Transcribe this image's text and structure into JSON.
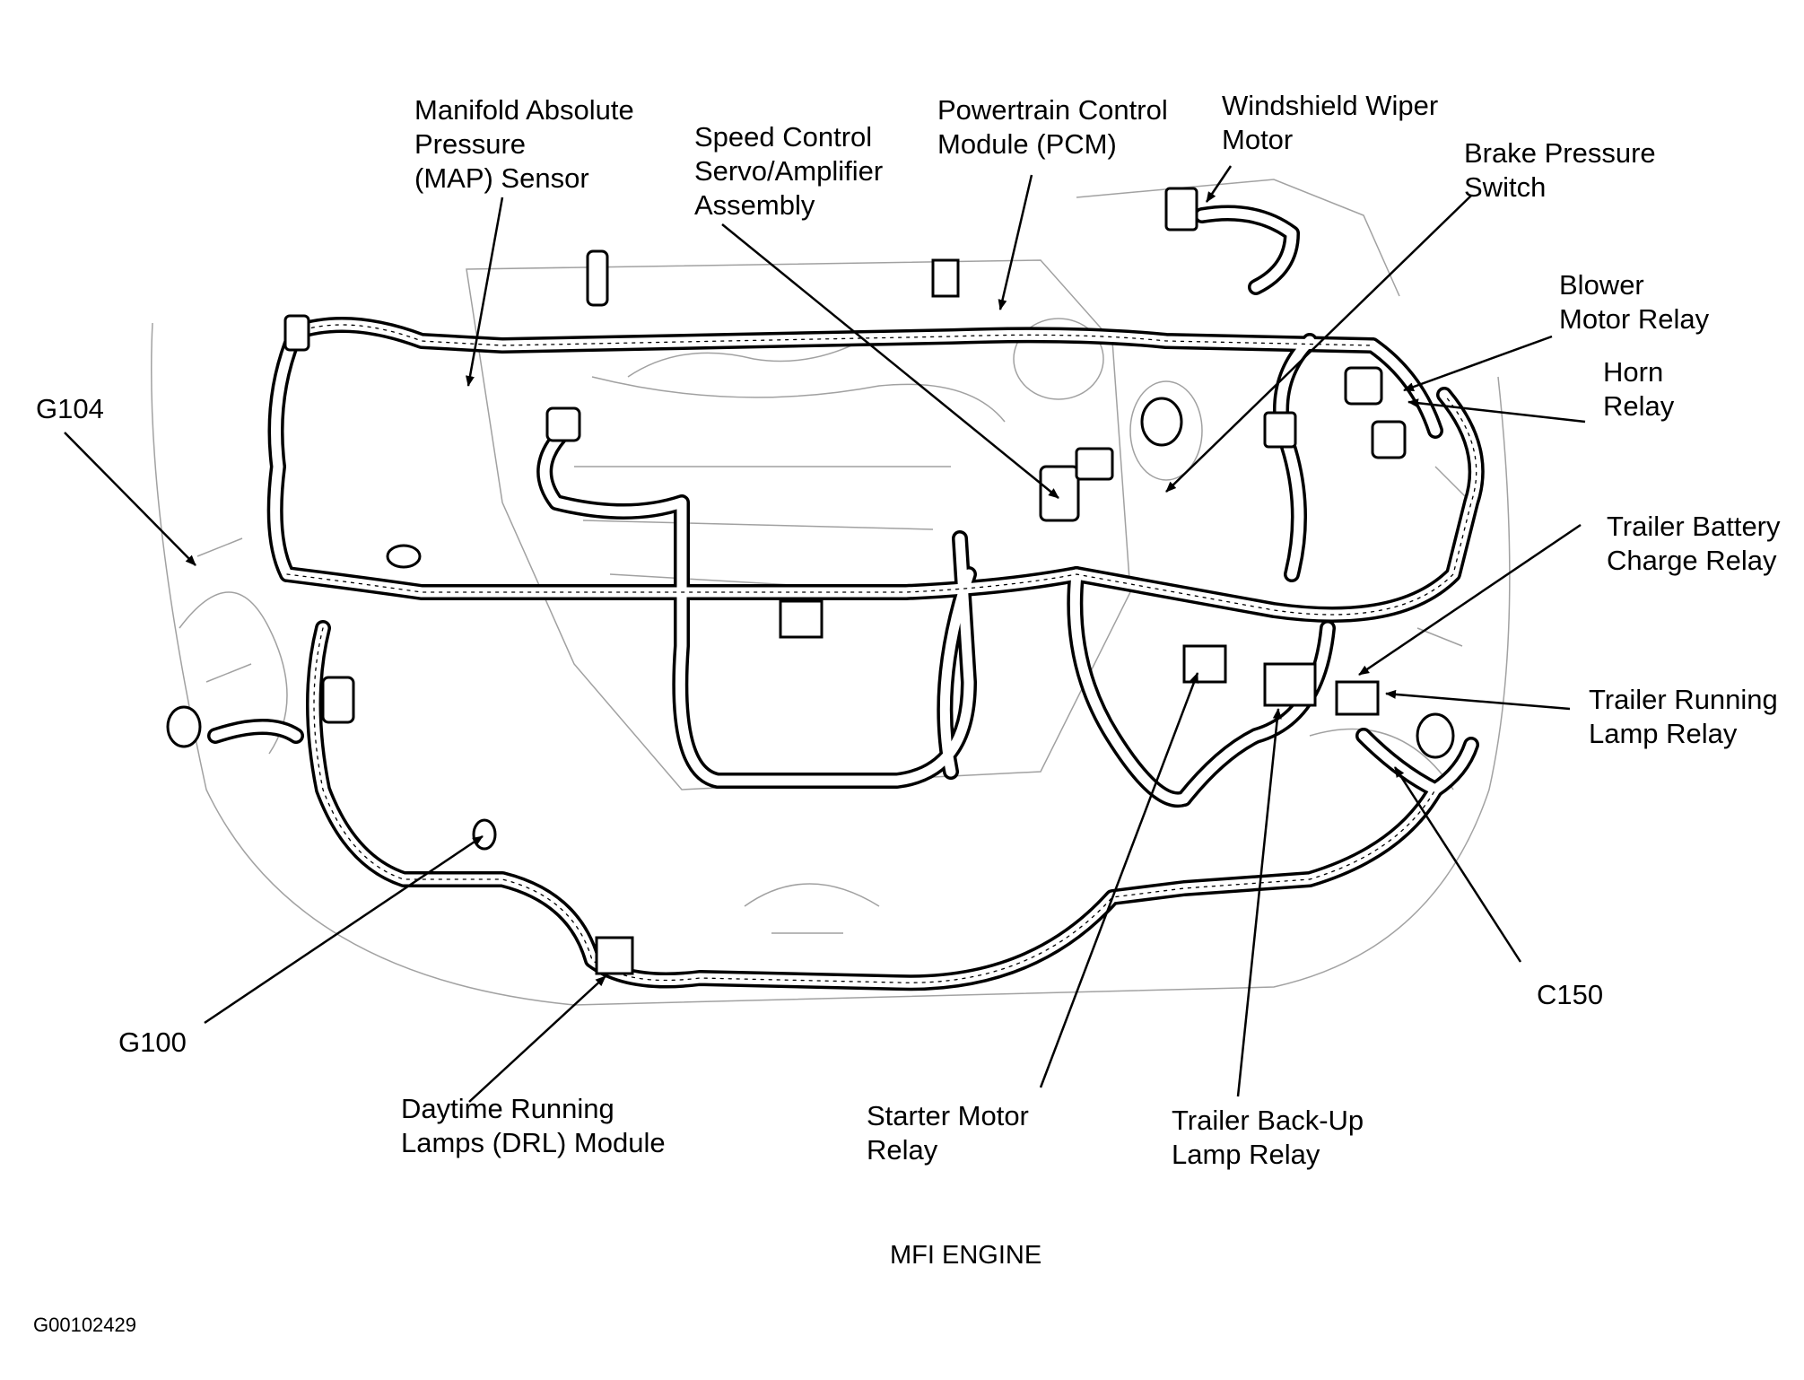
{
  "caption": "MFI ENGINE",
  "figure_code": "G00102429",
  "labels": {
    "map_sensor": "Manifold Absolute\nPressure\n(MAP) Sensor",
    "speed_control": "Speed Control\nServo/Amplifier\nAssembly",
    "pcm": "Powertrain Control\nModule (PCM)",
    "wiper_motor": "Windshield Wiper\nMotor",
    "brake_pressure": "Brake Pressure\nSwitch",
    "blower_relay": "Blower\nMotor Relay",
    "horn_relay": "Horn\nRelay",
    "g104": "G104",
    "trailer_battery": "Trailer Battery\nCharge Relay",
    "trailer_running": "Trailer Running\nLamp Relay",
    "c150": "C150",
    "g100": "G100",
    "drl_module": "Daytime Running\nLamps (DRL) Module",
    "starter_relay": "Starter Motor\nRelay",
    "trailer_backup": "Trailer Back-Up\nLamp Relay"
  }
}
